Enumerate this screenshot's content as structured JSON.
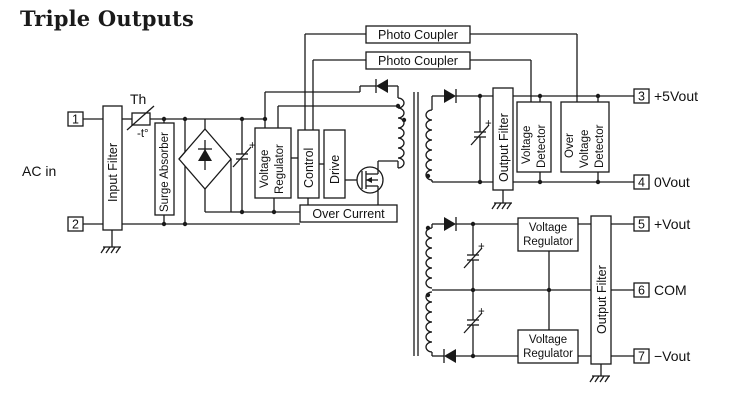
{
  "title": "Triple Outputs",
  "input": {
    "label": "AC in",
    "pin1": "1",
    "pin2": "2",
    "thermistor": "Th",
    "thermistor_sub": "-t°"
  },
  "blocks": {
    "input_filter": "Input Filter",
    "surge_absorber": "Surge Absorber",
    "voltage_regulator_primary": [
      "Voltage",
      "Regulator"
    ],
    "control": "Control",
    "drive": "Drive",
    "over_current": "Over Current",
    "photo_coupler_1": "Photo Coupler",
    "photo_coupler_2": "Photo Coupler",
    "output_filter_top": "Output Filter",
    "voltage_detector": [
      "Voltage",
      "Detector"
    ],
    "over_voltage_detector": [
      "Over",
      "Voltage",
      "Detector"
    ],
    "voltage_regulator_1": [
      "Voltage",
      "Regulator"
    ],
    "voltage_regulator_2": [
      "Voltage",
      "Regulator"
    ],
    "output_filter_bottom": "Output Filter"
  },
  "outputs": [
    {
      "pin": "3",
      "label": "+5Vout"
    },
    {
      "pin": "4",
      "label": "0Vout"
    },
    {
      "pin": "5",
      "label": "+Vout"
    },
    {
      "pin": "6",
      "label": "COM"
    },
    {
      "pin": "7",
      "label": "−Vout"
    }
  ]
}
